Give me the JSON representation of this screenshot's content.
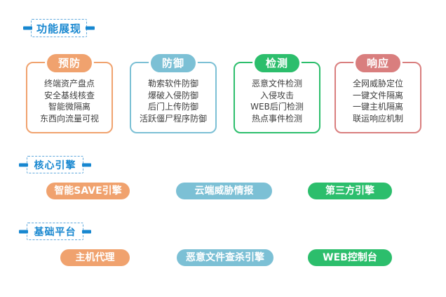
{
  "header_tag": "功能展现",
  "cards": [
    {
      "name": "预防",
      "color": "#f0a26e",
      "items": [
        "终端资产盘点",
        "安全基线核查",
        "智能微隔离",
        "东西向流量可视"
      ]
    },
    {
      "name": "防御",
      "color": "#7cc0d5",
      "items": [
        "勒索软件防御",
        "爆破入侵防御",
        "后门上传防御",
        "活跃僵尸程序防御"
      ]
    },
    {
      "name": "检测",
      "color": "#2cbe6c",
      "items": [
        "恶意文件检测",
        "入侵攻击",
        "WEB后门检测",
        "热点事件检测"
      ]
    },
    {
      "name": "响应",
      "color": "#d97e7e",
      "items": [
        "全网威胁定位",
        "一键文件隔离",
        "一键主机隔离",
        "联运响应机制"
      ]
    }
  ],
  "core_engine": {
    "tag": "核心引擎",
    "pills": [
      {
        "label": "智能SAVE引擎",
        "color": "#f0a26e"
      },
      {
        "label": "云端威胁情报",
        "color": "#7cc0d5"
      },
      {
        "label": "第三方引擎",
        "color": "#2cbe6c"
      }
    ]
  },
  "base_platform": {
    "tag": "基础平台",
    "pills": [
      {
        "label": "主机代理",
        "color": "#f0a26e"
      },
      {
        "label": "恶意文件查杀引擎",
        "color": "#7cc0d5"
      },
      {
        "label": "WEB控制台",
        "color": "#2cbe6c"
      }
    ]
  },
  "colors": {
    "accent_blue": "#1787d0",
    "tag_border_blue": "#5fa8dc",
    "orange": "#f0a26e",
    "teal": "#7cc0d5",
    "green": "#2cbe6c",
    "red": "#d97e7e",
    "item_text": "#3e3e3e",
    "background": "#ffffff"
  }
}
